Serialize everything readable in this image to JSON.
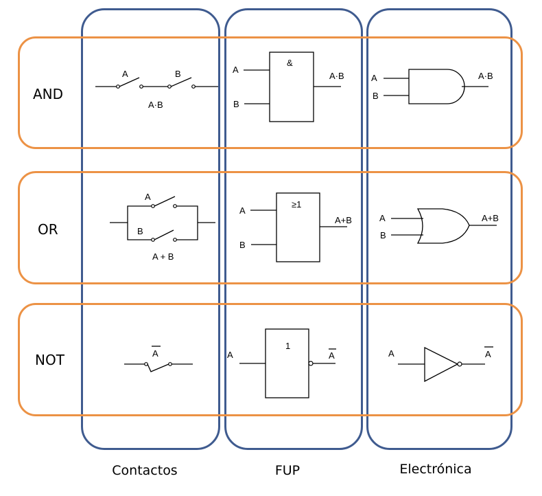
{
  "rows": [
    {
      "label": "AND"
    },
    {
      "label": "OR"
    },
    {
      "label": "NOT"
    }
  ],
  "columns": [
    {
      "label": "Contactos"
    },
    {
      "label": "FUP"
    },
    {
      "label": "Electrónica"
    }
  ],
  "colors": {
    "row_border": "#ec9245",
    "column_border": "#3f5b8f"
  },
  "cells": {
    "and_contacts": {
      "in_a": "A",
      "in_b": "B",
      "result": "A·B"
    },
    "and_fup": {
      "in_a": "A",
      "in_b": "B",
      "symbol": "&",
      "out": "A·B"
    },
    "and_elec": {
      "in_a": "A",
      "in_b": "B",
      "out": "A·B"
    },
    "or_contacts": {
      "in_a": "A",
      "in_b": "B",
      "result": "A + B"
    },
    "or_fup": {
      "in_a": "A",
      "in_b": "B",
      "symbol": "≥1",
      "out": "A+B"
    },
    "or_elec": {
      "in_a": "A",
      "in_b": "B",
      "out": "A+B"
    },
    "not_contacts": {
      "label": "A"
    },
    "not_fup": {
      "in_a": "A",
      "symbol": "1",
      "out": "A"
    },
    "not_elec": {
      "in_a": "A",
      "out": "A"
    }
  }
}
